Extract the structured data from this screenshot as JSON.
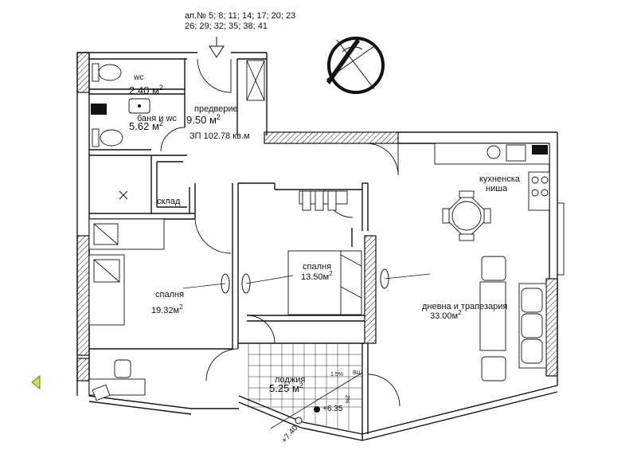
{
  "header": {
    "line1": "ап.№ 5; 8; 11; 14; 17; 20; 23",
    "line2": "26; 29; 32; 35; 38; 41"
  },
  "rooms": {
    "wc": {
      "name": "wc",
      "area": "2.40",
      "unit": "м"
    },
    "bath": {
      "name": "баня и wc",
      "area": "5.62",
      "unit": "м"
    },
    "hall": {
      "name": "предверие",
      "area": "9.50",
      "unit": "м"
    },
    "storage": {
      "name": "склад"
    },
    "kitchen": {
      "name_line1": "кухненска",
      "name_line2": "ниша"
    },
    "bedroom1": {
      "name": "спалня",
      "area": "13.50м"
    },
    "bedroom2": {
      "name": "спалня",
      "area": "19.32м"
    },
    "living": {
      "name": "дневна и трапезария",
      "area": "33.00м"
    },
    "loggia": {
      "name": "лоджия",
      "area": "5.25",
      "unit": "м"
    }
  },
  "gross_area": "ЗП 102.78 кв.м",
  "superscript": "2",
  "levels": {
    "floor": "+6.35",
    "parapet": "+7.40"
  },
  "slopes": {
    "a": "1.5%",
    "b": "2%",
    "c": "ВЦ"
  },
  "icons": [
    "compass-icon",
    "entrance-arrow-icon",
    "sink-icon",
    "toilet-icon",
    "stove-icon"
  ]
}
